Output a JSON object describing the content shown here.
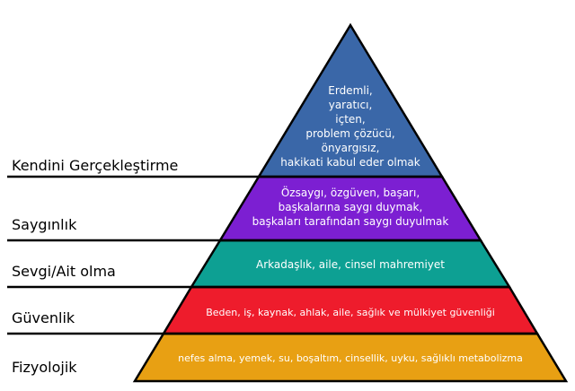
{
  "pyramid": {
    "background_color": "#FFFFFF",
    "outline_color": "#000000",
    "inner_text_color": "#FFFFFF",
    "label_text_color": "#000000",
    "levels": [
      {
        "name": "kendini-gerceklestirme",
        "label": "Kendini Gerçekleştirme",
        "content": "Erdemli,\nyaratıcı,\niçten,\nproblem çözücü,\nönyargısız,\nhakikati kabul eder olmak",
        "color": "#3A67A8"
      },
      {
        "name": "sayginlik",
        "label": "Saygınlık",
        "content": "Özsaygı, özgüven, başarı,\nbaşkalarına saygı duymak,\nbaşkaları tarafından saygı duyulmak",
        "color": "#7C1FD2"
      },
      {
        "name": "sevgi-ait-olma",
        "label": "Sevgi/Ait olma",
        "content": "Arkadaşlık, aile, cinsel mahremiyet",
        "color": "#0DA093"
      },
      {
        "name": "guvenlik",
        "label": "Güvenlik",
        "content": "Beden, iş, kaynak, ahlak, aile, sağlık ve mülkiyet güvenliği",
        "color": "#EE1C2C"
      },
      {
        "name": "fizyolojik",
        "label": "Fizyolojik",
        "content": "nefes alma, yemek, su, boşaltım, cinsellik, uyku, sağlıklı metabolizma",
        "color": "#E8A013"
      }
    ]
  }
}
